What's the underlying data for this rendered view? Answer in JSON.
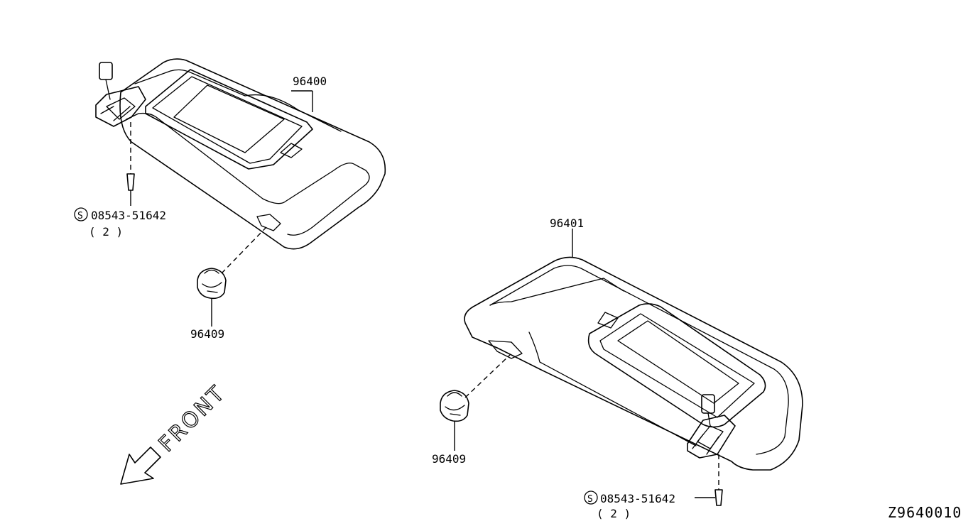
{
  "diagram": {
    "parts": {
      "visor_left": {
        "part_no": "96400"
      },
      "visor_right": {
        "part_no": "96401"
      },
      "holder_left": {
        "part_no": "96409"
      },
      "holder_right": {
        "part_no": "96409"
      },
      "screw_left": {
        "symbol": "S",
        "part_no": "08543-51642",
        "qty": "( 2 )"
      },
      "screw_right": {
        "symbol": "S",
        "part_no": "08543-51642",
        "qty": "( 2 )"
      }
    },
    "direction_label": "FRONT",
    "drawing_code": "Z9640010",
    "colors": {
      "ink": "#000000",
      "background": "#ffffff"
    }
  }
}
